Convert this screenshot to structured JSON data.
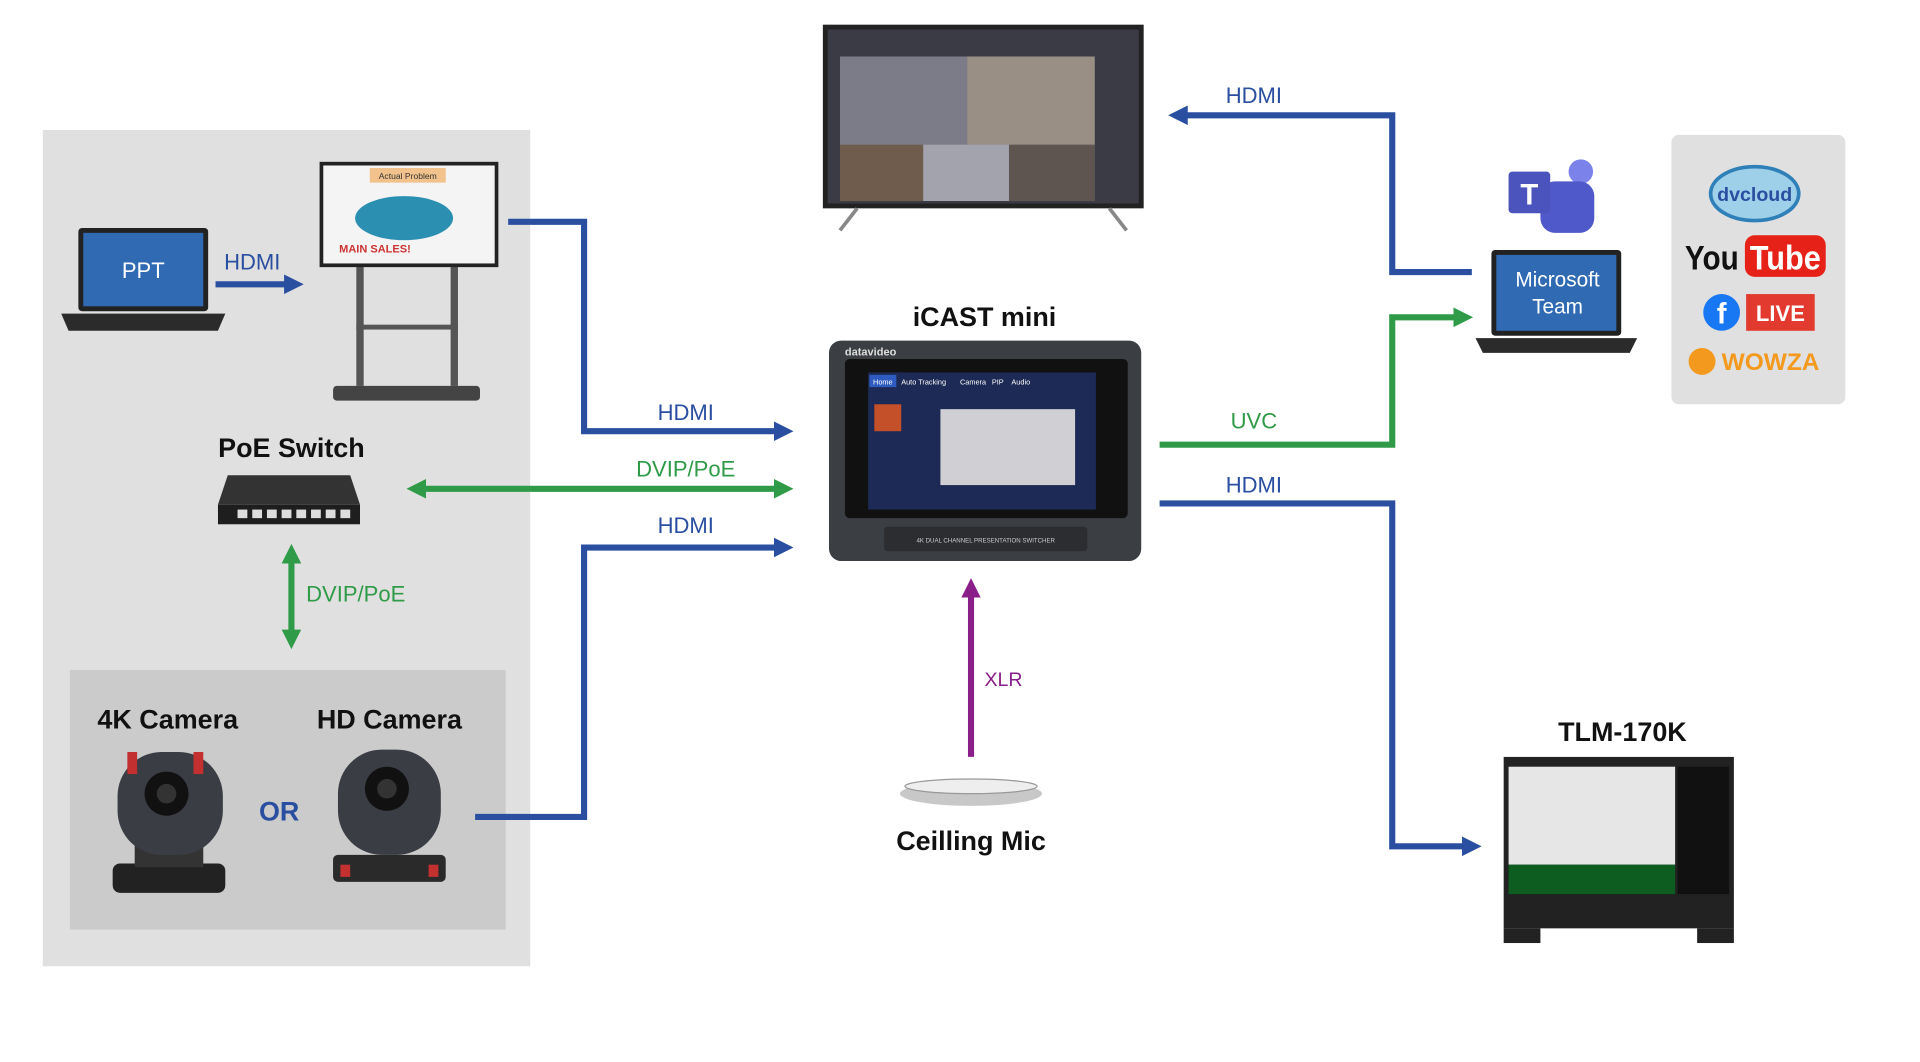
{
  "colors": {
    "hdmi": "#2a4fa0",
    "dvip": "#2f9b48",
    "uvc": "#2f9b48",
    "xlr": "#8a1f8a",
    "panel": "#e0e0e0",
    "inner_panel": "#cbcbcb"
  },
  "devices": {
    "laptop_ppt": {
      "screen_text": "PPT"
    },
    "display_stand": {
      "screen_title": "Actual Problem",
      "screen_text": "MAIN SALES!"
    },
    "poe_switch": {
      "title": "PoE Switch"
    },
    "camera_4k": {
      "title": "4K Camera"
    },
    "camera_hd": {
      "title": "HD Camera"
    },
    "or_text": "OR",
    "icast": {
      "title": "iCAST mini",
      "brand": "datavideo",
      "tabs": [
        "Home",
        "Auto Tracking",
        "Camera",
        "PIP",
        "Audio"
      ],
      "footer": "4K DUAL CHANNEL PRESENTATION SWITCHER"
    },
    "ceiling_mic": {
      "title": "Ceilling Mic"
    },
    "teams_laptop": {
      "screen_line1": "Microsoft",
      "screen_line2": "Team"
    },
    "tlm": {
      "title": "TLM-170K"
    },
    "streaming": {
      "dvcloud": "dvcloud",
      "youtube_you": "You",
      "youtube_tube": "Tube",
      "facebook_live": "LIVE",
      "wowza": "WOWZA"
    }
  },
  "connections": {
    "ppt_to_display": "HDMI",
    "display_to_icast": "HDMI",
    "switch_icast": "DVIP/PoE",
    "camera_to_icast": "HDMI",
    "switch_camera": "DVIP/PoE",
    "mic_to_icast": "XLR",
    "icast_to_teams": "UVC",
    "icast_to_tlm": "HDMI",
    "teams_to_tv": "HDMI"
  }
}
